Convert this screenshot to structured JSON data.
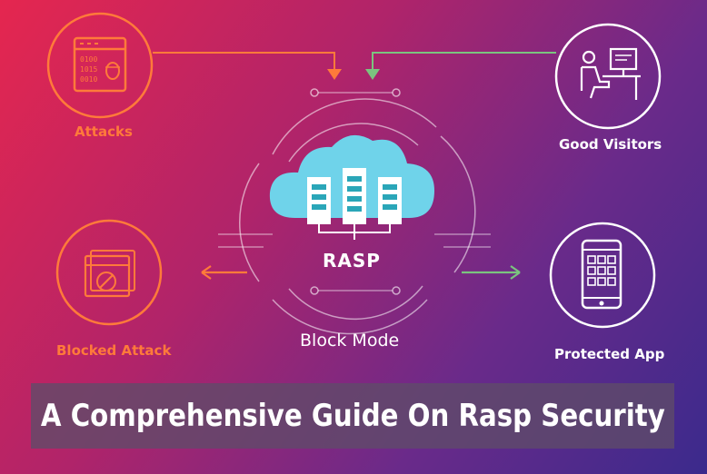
{
  "labels": {
    "attacks": "Attacks",
    "good_visitors": "Good Visitors",
    "blocked_attack": "Blocked Attack",
    "protected_app": "Protected App",
    "rasp": "RASP",
    "mode": "Block Mode"
  },
  "code_snippet": [
    "0100",
    "1015",
    "0010"
  ],
  "banner": {
    "title": "A Comprehensive Guide On Rasp Security"
  },
  "colors": {
    "attack_orange": "#ff7a3a",
    "visitor_green": "#7bc47f",
    "cloud_blue": "#6fd3ea",
    "server_teal": "#2aa6b8"
  },
  "icons": {
    "attacks": "bug-window-icon",
    "good_visitors": "user-at-computer-icon",
    "blocked_attack": "blocked-window-icon",
    "protected_app": "smartphone-app-icon",
    "center": "cloud-server-icon"
  }
}
